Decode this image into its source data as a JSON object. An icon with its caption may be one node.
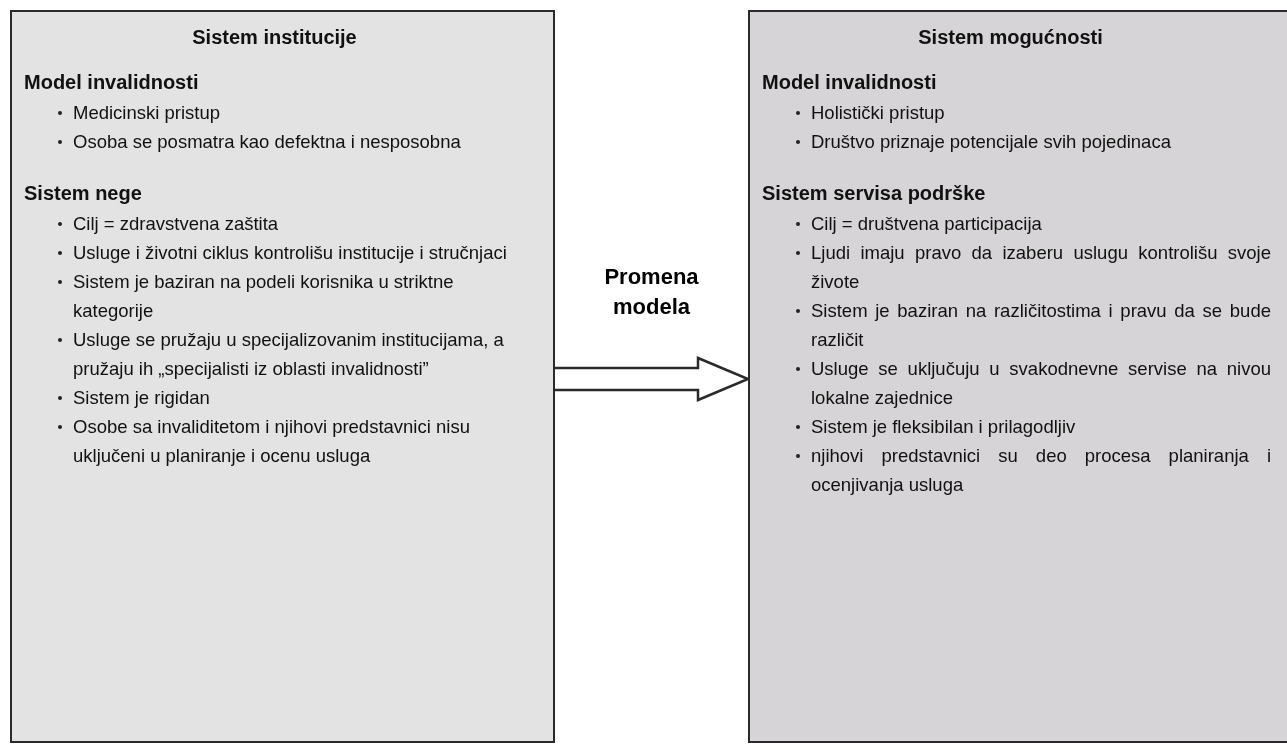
{
  "diagram": {
    "nodes": [
      {
        "text": [
          "Sistem institucije",
          "Model invalidnosti",
          "Medicinski pristup",
          "Osoba se posmatra kao defektna i nesposobna",
          "Sistem nege",
          "Cilj = zdravstvena zaštita",
          "Usluge i životni ciklus kontrolišu institucije i stručnjaci",
          "Sistem je baziran na podeli korisnika u striktne kategorije",
          "Usluge se pružaju u specijalizovanim institucijama, a pružaju ih „specijalisti iz oblasti invalidnosti”",
          "Sistem je rigidan",
          "Osobe sa invaliditetom i njihovi predstavnici nisu uključeni u planiranje i ocenu usluga"
        ]
      },
      {
        "text": [
          "Sistem mogućnosti",
          "Model invalidnosti",
          "Holistički pristup",
          "Društvo priznaje potencijale svih pojedinaca",
          "Sistem servisa podrške",
          "Cilj = društvena participacija",
          "Ljudi imaju pravo da izaberu uslugu kontrolišu svoje živote",
          "Sistem je baziran na različitostima i pravu da se bude različit",
          "Usluge se uključuju u svakodnevne servise na nivou lokalne zajednice",
          "Sistem je fleksibilan i prilagodljiv",
          "njihovi predstavnici su deo procesa planiranja i ocenjivanja usluga"
        ]
      }
    ],
    "edges": [
      {
        "from": 0,
        "to": 1,
        "arrow": "to",
        "label": "Promena modela"
      }
    ]
  }
}
